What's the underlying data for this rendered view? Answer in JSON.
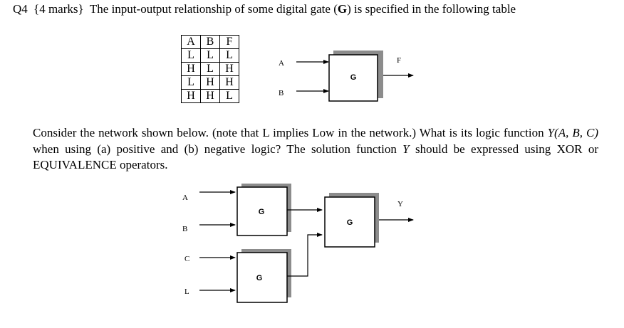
{
  "question": {
    "number": "Q4",
    "marks": "{4 marks}",
    "text_before": "The input-output relationship of some digital gate (",
    "gate_symbol": "G",
    "text_after": ") is specified in the following table"
  },
  "truth_table": {
    "headers": [
      "A",
      "B",
      "F"
    ],
    "rows": [
      [
        "L",
        "L",
        "L"
      ],
      [
        "H",
        "L",
        "H"
      ],
      [
        "L",
        "H",
        "H"
      ],
      [
        "H",
        "H",
        "L"
      ]
    ]
  },
  "gate_diagram": {
    "input_a": "A",
    "input_b": "B",
    "output": "F",
    "gate_label": "G"
  },
  "paragraph": {
    "part1": "Consider the network shown below. (note that L implies Low in the network.) What is its logic function ",
    "math": "Y(A, B, C)",
    "part2": " when using (a) positive and (b) negative logic? The solution function ",
    "math2": "Y",
    "part3": " should be expressed using XOR or EQUIVALENCE operators."
  },
  "network": {
    "inputs": [
      "A",
      "B",
      "C",
      "L"
    ],
    "gate_labels": [
      "G",
      "G",
      "G"
    ],
    "output": "Y"
  }
}
